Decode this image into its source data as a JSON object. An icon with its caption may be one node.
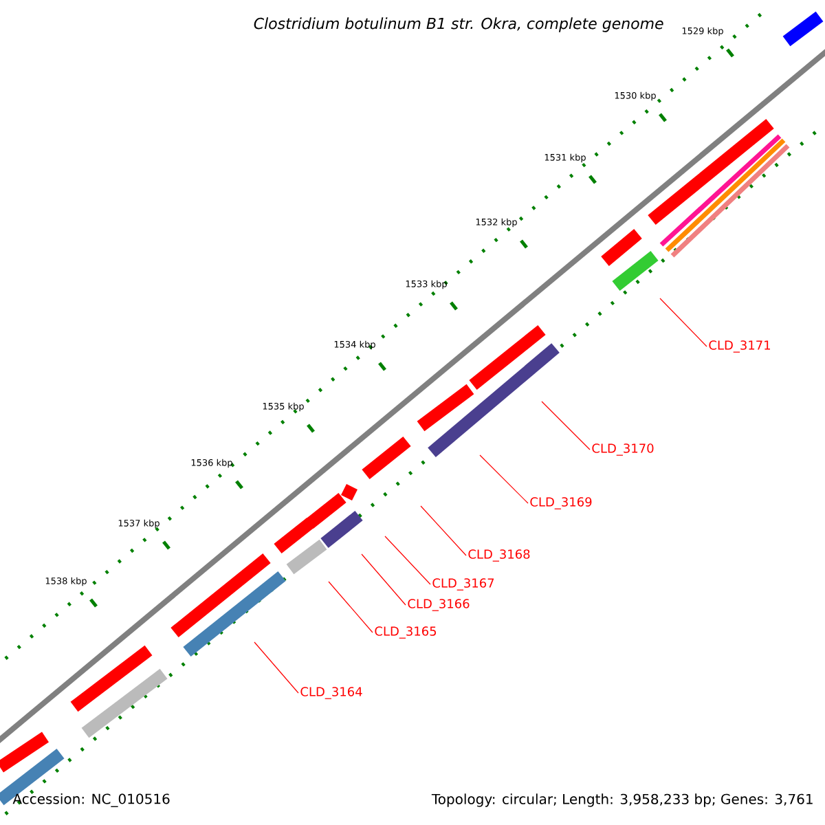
{
  "diagram": {
    "title": "Clostridium botulinum B1 str. Okra, complete genome",
    "nodes": [
      {
        "text": [
          "CLD_3171"
        ]
      },
      {
        "text": [
          "CLD_3170"
        ]
      },
      {
        "text": [
          "CLD_3169"
        ]
      },
      {
        "text": [
          "CLD_3168"
        ]
      },
      {
        "text": [
          "CLD_3167"
        ]
      },
      {
        "text": [
          "CLD_3166"
        ]
      },
      {
        "text": [
          "CLD_3165"
        ]
      },
      {
        "text": [
          "CLD_3164"
        ]
      }
    ],
    "edges": [
      {
        "from": 0,
        "to": null,
        "arrow": "none"
      },
      {
        "from": 1,
        "to": null,
        "arrow": "none"
      },
      {
        "from": 2,
        "to": null,
        "arrow": "none"
      },
      {
        "from": 3,
        "to": null,
        "arrow": "none"
      },
      {
        "from": 4,
        "to": null,
        "arrow": "none"
      },
      {
        "from": 5,
        "to": null,
        "arrow": "none"
      },
      {
        "from": 6,
        "to": null,
        "arrow": "none"
      },
      {
        "from": 7,
        "to": null,
        "arrow": "none"
      }
    ],
    "labels": [
      "1529 kbp",
      "1530 kbp",
      "1531 kbp",
      "1532 kbp",
      "1533 kbp",
      "1534 kbp",
      "1535 kbp",
      "1536 kbp",
      "1537 kbp",
      "1538 kbp",
      "Accession: NC_010516",
      "Topology: circular; Length: 3,958,233 bp; Genes: 3,761"
    ]
  }
}
